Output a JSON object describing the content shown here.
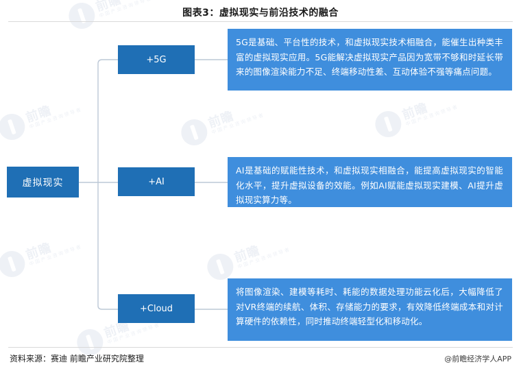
{
  "chart_data": {
    "type": "diagram",
    "title": "图表3：虚拟现实与前沿技术的融合",
    "root": "虚拟现实",
    "branches": [
      {
        "label": "+5G",
        "description": "5G是基础、平台性的技术，和虚拟现实技术相融合，能催生出种类丰富的虚拟现实应用。5G能解决虚拟现实产品因为宽带不够和时延长带来的图像渲染能力不足、终端移动性差、互动体验不强等痛点问题。"
      },
      {
        "label": "+AI",
        "description": "AI是基础的赋能性技术，和虚拟现实相融合，能提高虚拟现实的智能化水平，提升虚拟设备的效能。例如AI赋能虚拟现实建模、AI提升虚拟现实算力等。"
      },
      {
        "label": "+Cloud",
        "description": "将图像渲染、建模等耗时、耗能的数据处理功能云化后，大幅降低了对VR终端的续航、体积、存储能力的要求，有效降低终端成本和对计算硬件的依赖性，同时推动终端轻型化和移动化。"
      }
    ],
    "colors": {
      "node": "#1f6fb5",
      "description": "#3f8edd",
      "connector": "#bcc8d6",
      "rule": "#d9d9d9"
    }
  },
  "title": {
    "text": "图表3：虚拟现实与前沿技术的融合"
  },
  "nodes": {
    "root_label": "虚拟现实",
    "branch_5g_label": "+5G",
    "branch_ai_label": "+AI",
    "branch_cloud_label": "+Cloud"
  },
  "descriptions": {
    "five_g": "5G是基础、平台性的技术，和虚拟现实技术相融合，能催生出种类丰富的虚拟现实应用。5G能解决虚拟现实产品因为宽带不够和时延长带来的图像渲染能力不足、终端移动性差、互动体验不强等痛点问题。",
    "ai": "AI是基础的赋能性技术，和虚拟现实相融合，能提高虚拟现实的智能化水平，提升虚拟设备的效能。例如AI赋能虚拟现实建模、AI提升虚拟现实算力等。",
    "cloud": "将图像渲染、建模等耗时、耗能的数据处理功能云化后，大幅降低了对VR终端的续航、体积、存储能力的要求，有效降低终端成本和对计算硬件的依赖性，同时推动终端轻型化和移动化。"
  },
  "footer": {
    "source": "资料来源：赛迪 前瞻产业研究院整理",
    "brand": "@前瞻经济学人APP"
  },
  "watermark": {
    "main": "前瞻",
    "sub": "中国产业咨询领导者"
  }
}
